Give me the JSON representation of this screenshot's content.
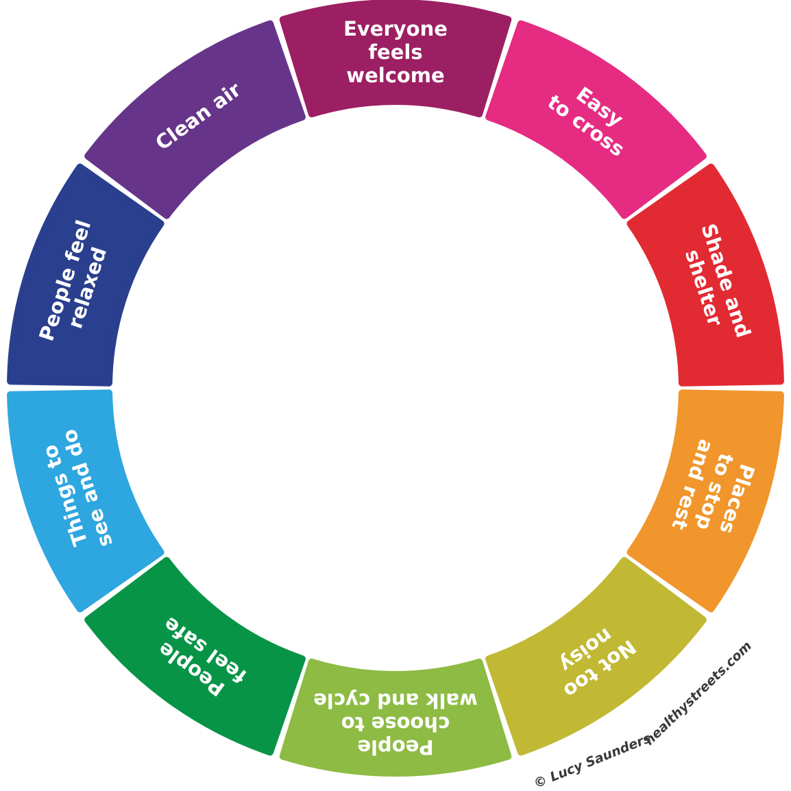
{
  "segments": [
    {
      "id": "everyone-feels-welcome",
      "lines": [
        "Everyone",
        "feels",
        "welcome"
      ],
      "color": "#9C1F63"
    },
    {
      "id": "easy-to-cross",
      "lines": [
        "Easy",
        "to cross"
      ],
      "color": "#E52B82"
    },
    {
      "id": "shade-and-shelter",
      "lines": [
        "Shade and",
        "shelter"
      ],
      "color": "#E22A33"
    },
    {
      "id": "places-to-stop-and-rest",
      "lines": [
        "Places",
        "to stop",
        "and rest"
      ],
      "color": "#F0962C"
    },
    {
      "id": "not-too-noisy",
      "lines": [
        "Not too",
        "noisy"
      ],
      "color": "#C1B833"
    },
    {
      "id": "people-choose-to-walk-and-cycle",
      "lines": [
        "People",
        "choose to",
        "walk and cycle"
      ],
      "color": "#8DBB44"
    },
    {
      "id": "people-feel-safe",
      "lines": [
        "People",
        "feel safe"
      ],
      "color": "#079447"
    },
    {
      "id": "things-to-see-and-do",
      "lines": [
        "Things to",
        "see and do"
      ],
      "color": "#2EA6E0"
    },
    {
      "id": "people-feel-relaxed",
      "lines": [
        "People feel",
        "relaxed"
      ],
      "color": "#2A3F8D"
    },
    {
      "id": "clean-air",
      "lines": [
        "Clean air"
      ],
      "color": "#66358A"
    }
  ],
  "credit": {
    "author": "© Lucy Saunders",
    "website": "healthystreets.com"
  }
}
